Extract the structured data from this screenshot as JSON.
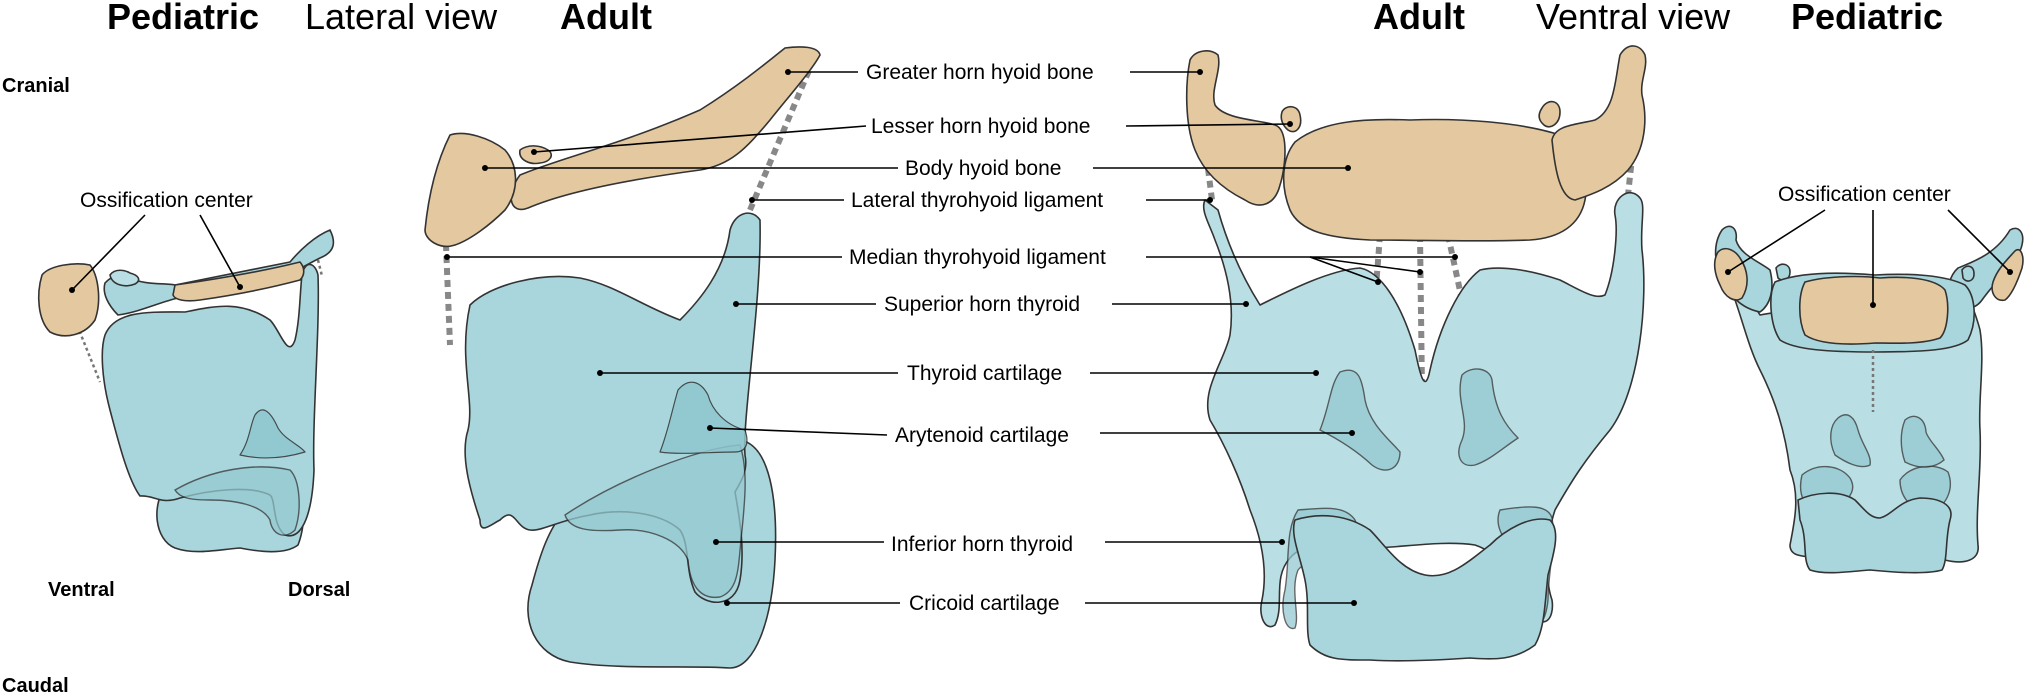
{
  "headers": {
    "pediatric_left": "Pediatric",
    "lateral_view": "Lateral view",
    "adult_lateral": "Adult",
    "adult_ventral": "Adult",
    "ventral_view": "Ventral view",
    "pediatric_right": "Pediatric"
  },
  "orientation": {
    "cranial": "Cranial",
    "caudal": "Caudal",
    "ventral": "Ventral",
    "dorsal": "Dorsal"
  },
  "labels": {
    "ossification_left": "Ossification center",
    "ossification_right": "Ossification center",
    "greater_horn": "Greater horn hyoid bone",
    "lesser_horn": "Lesser horn hyoid bone",
    "body_hyoid": "Body hyoid bone",
    "lateral_thyrohyoid": "Lateral thyrohyoid ligament",
    "median_thyrohyoid": "Median thyrohyoid ligament",
    "superior_horn": "Superior horn thyroid",
    "thyroid_cartilage": "Thyroid cartilage",
    "arytenoid": "Arytenoid cartilage",
    "inferior_horn": "Inferior horn thyroid",
    "cricoid": "Cricoid cartilage"
  },
  "colors": {
    "bone": "#e4c9a0",
    "cartilage": "#a9d6dc",
    "ligament": "#888888"
  }
}
